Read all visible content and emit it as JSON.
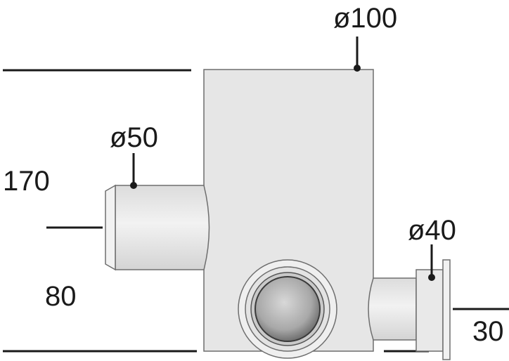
{
  "dimensions": {
    "main_body_diameter": "ø100",
    "left_inlet_diameter": "ø50",
    "right_outlet_diameter": "ø40",
    "overall_height": "170",
    "inlet_height": "80",
    "outlet_height": "30"
  },
  "colors": {
    "body_fill": "#e6e6e6",
    "body_stroke": "#6e6e6e",
    "dimension_line": "#1a1a1a",
    "bore_dark": "#8c8c8c",
    "bore_light": "#cfcfcf"
  }
}
